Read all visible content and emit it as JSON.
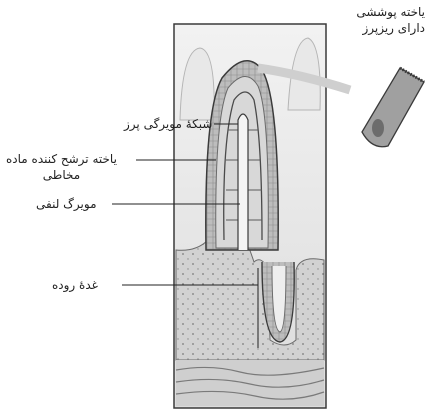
{
  "labels": {
    "epithelial_cell_line1": "یاخته پوششی",
    "epithelial_cell_line2": "دارای ریزپرز",
    "capillary_network": "شبکهٔ مویرگی پرز",
    "goblet_cell_line1": "یاخته ترشح کننده ماده",
    "goblet_cell_line2": "مخاطی",
    "lacteal": "مویرگ لنفی",
    "intestinal_gland": "غدهٔ روده"
  },
  "colors": {
    "background": "#ffffff",
    "tissue_light": "#e4e4e4",
    "tissue_mid": "#c8c8c8",
    "tissue_dark": "#8c8c8c",
    "outline": "#3a3a3a",
    "label_text": "#222222"
  }
}
